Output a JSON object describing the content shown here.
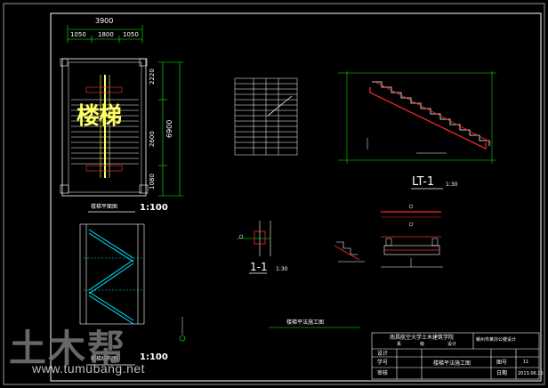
{
  "drawing": {
    "overall_width": "3900",
    "widths": [
      "1050",
      "1800",
      "1050"
    ],
    "right_dims": [
      "2220",
      "2600",
      "6900",
      "1080"
    ],
    "stair_big_label": "楼梯",
    "plan_title": "楼梯平面图",
    "plan_scale": "1:100",
    "elev_title": "楼梯结构图",
    "elev_scale": "1:100",
    "section_title": "1-1",
    "section_scale": "1:30",
    "lt_title": "LT-1",
    "lt_scale": "1:30",
    "sheet_caption": "楼梯平法施工图"
  },
  "title_block": {
    "school": "南昌航空大学土木建筑学院",
    "row1": [
      "系",
      "级",
      "设计"
    ],
    "project": "赣州市某办公楼设计",
    "labels": [
      "设计",
      "学号",
      "审核"
    ],
    "drawing_name": "楼梯平法施工图",
    "sheet_no_label": "图号",
    "date_label": "日期",
    "date_value": "2013.06.15",
    "sheet_no_value": "11"
  },
  "watermark": {
    "text_cn": "土木帮",
    "url": "www.tumubang.net"
  },
  "colors": {
    "background": "#000000",
    "line_white": "#ffffff",
    "dim_green": "#00ff00",
    "stair_cyan": "#00e5ff",
    "stair_yellow": "#ffff66",
    "red": "#ff2a2a",
    "magenta": "#ff33ff"
  }
}
